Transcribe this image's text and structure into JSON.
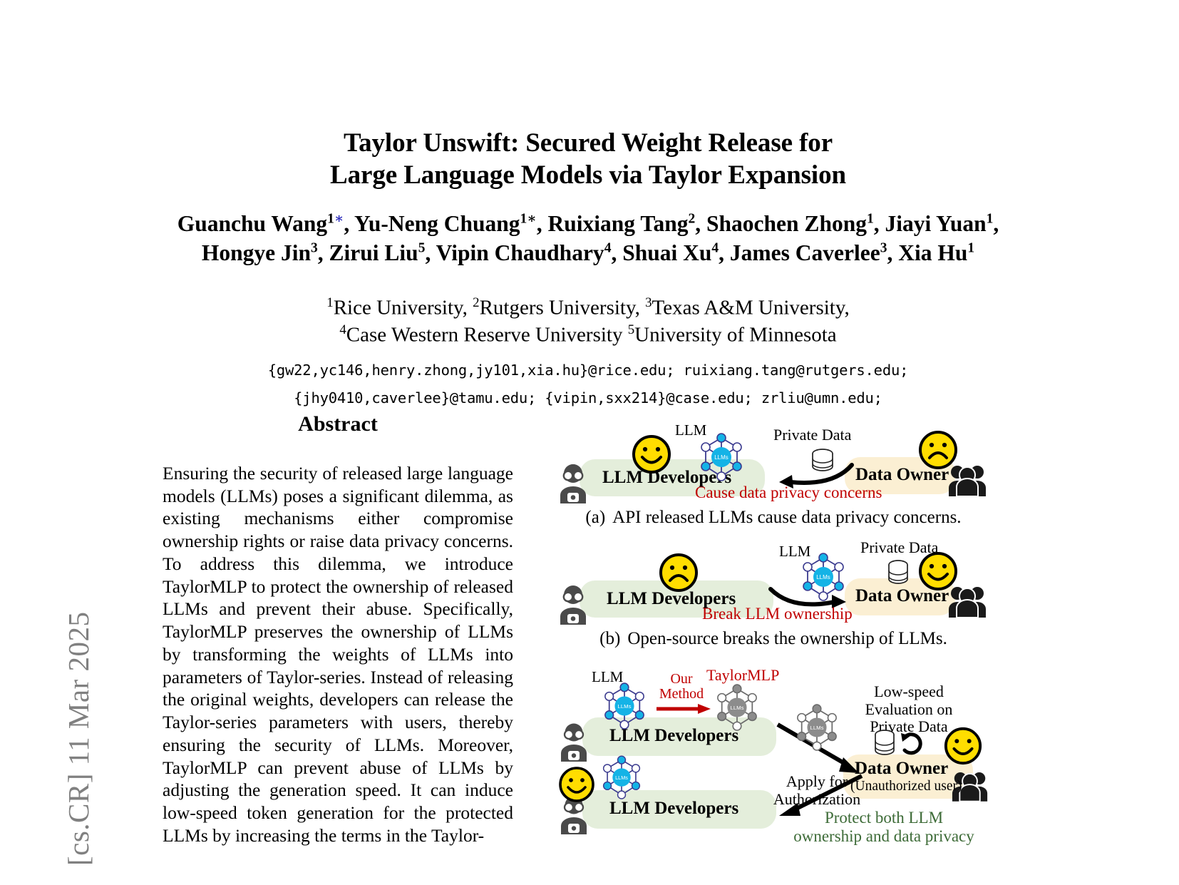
{
  "arxiv_stamp": "[cs.CR]  11 Mar 2025",
  "title": {
    "line1": "Taylor Unswift: Secured Weight Release for",
    "line2": "Large Language Models via Taylor Expansion"
  },
  "authors": {
    "line1": "Guanchu Wang1*, Yu-Neng Chuang1*, Ruixiang Tang2, Shaochen Zhong1, Jiayi Yuan1,",
    "line2": "Hongye Jin3, Zirui Liu5, Vipin Chaudhary4, Shuai Xu4, James Caverlee3, Xia Hu1"
  },
  "affiliations": {
    "line1": "1Rice University, 2Rutgers University, 3Texas A&M University,",
    "line2": "4Case Western Reserve University 5University of Minnesota"
  },
  "emails": {
    "line1": "{gw22,yc146,henry.zhong,jy101,xia.hu}@rice.edu; ruixiang.tang@rutgers.edu;",
    "line2": "{jhy0410,caverlee}@tamu.edu; {vipin,sxx214}@case.edu;  zrliu@umn.edu;"
  },
  "abstract": {
    "heading": "Abstract",
    "body": "Ensuring the security of released large language models (LLMs) poses a significant dilemma, as existing mechanisms either compromise ownership rights or raise data privacy concerns. To address this dilemma, we introduce TaylorMLP to protect the ownership of released LLMs and prevent their abuse. Specifically, TaylorMLP preserves the ownership of LLMs by transforming the weights of LLMs into parameters of Taylor-series. Instead of releasing the original weights, developers can release the Taylor-series parameters with users, thereby ensuring the security of LLMs. Moreover, TaylorMLP can prevent abuse of LLMs by adjusting the generation speed. It can induce low-speed token generation for the protected LLMs by increasing the terms in the Taylor-"
  },
  "figure": {
    "panel_a": {
      "caption_label": "(a)",
      "caption_text": "API released LLMs cause data privacy concerns.",
      "llm_label": "LLM",
      "node_label": "LLMs",
      "developers_label": "LLM Developers",
      "private_data_label": "Private Data",
      "owner_label": "Data Owner",
      "warning": "Cause data privacy concerns",
      "dev_face": "happy",
      "owner_face": "sad"
    },
    "panel_b": {
      "caption_label": "(b)",
      "caption_text": "Open-source breaks the ownership of LLMs.",
      "llm_label": "LLM",
      "node_label": "LLMs",
      "developers_label": "LLM Developers",
      "private_data_label": "Private Data",
      "owner_label": "Data Owner",
      "warning": "Break LLM ownership",
      "dev_face": "sad",
      "owner_face": "happy"
    },
    "panel_c": {
      "llm_label": "LLM",
      "taylormlp_label": "TaylorMLP",
      "our_method_line1": "Our",
      "our_method_line2": "Method",
      "node_label": "LLMs",
      "developers_label_top": "LLM Developers",
      "developers_label_bottom": "LLM Developers",
      "lowspeed_line1": "Low-speed",
      "lowspeed_line2": "Evaluation on",
      "lowspeed_line3": "Private Data",
      "apply_line1": "Apply for",
      "apply_line2": "Authorization",
      "owner_label": "Data Owner",
      "owner_sublabel": "(Unauthorized user)",
      "protect_line1": "Protect both LLM",
      "protect_line2": "ownership and data privacy",
      "owner_face": "happy"
    }
  },
  "colors": {
    "developer_box": "#e4eedb",
    "owner_box": "#fbefd3",
    "smiley": "#ffdd00",
    "llm_node_blue": "#14b3e6",
    "llm_node_gray": "#8c8c8c",
    "warning_red": "#c00000",
    "protect_green": "#3d6b37",
    "arxiv_gray": "#808080"
  }
}
